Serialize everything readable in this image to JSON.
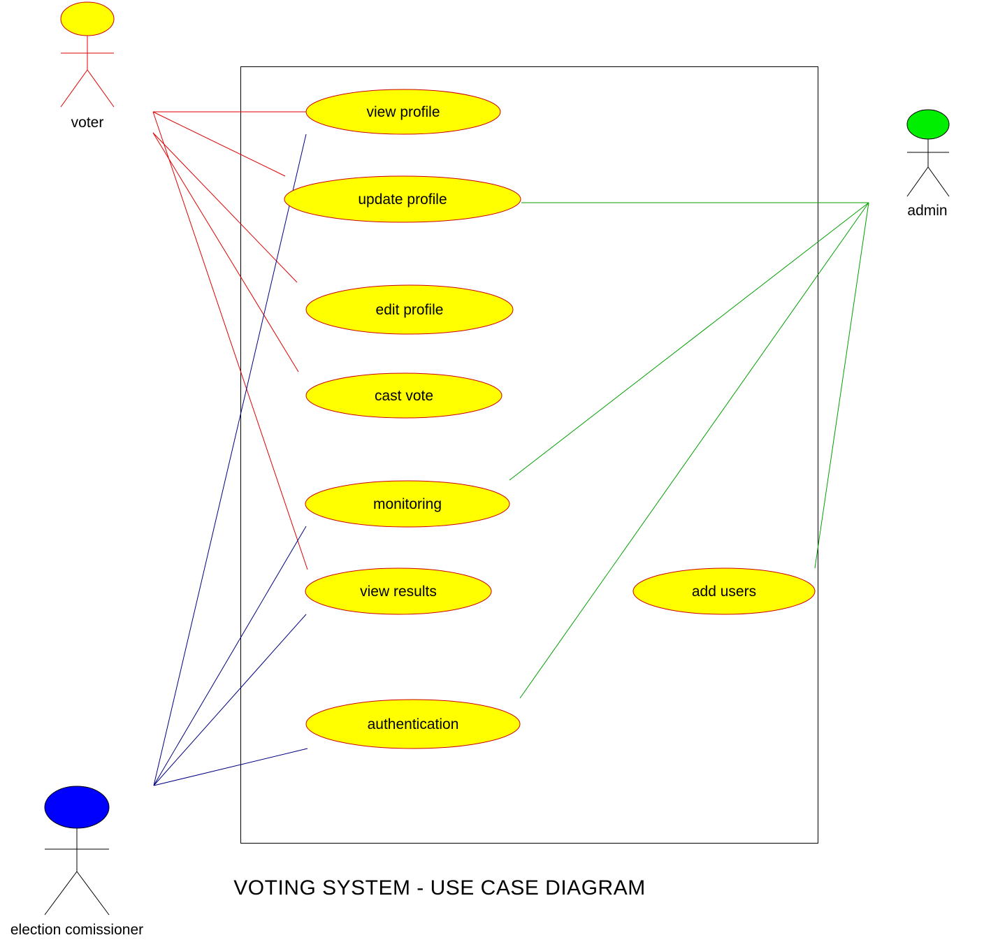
{
  "title": "VOTING SYSTEM - USE CASE DIAGRAM",
  "colors": {
    "use_case_fill": "#ffff00",
    "use_case_stroke": "#cc0000",
    "voter_head": "#ffff00",
    "voter_lines": "#e00000",
    "admin_head": "#00ee00",
    "admin_lines": "#00a000",
    "commissioner_head": "#0000ff",
    "commissioner_lines": "#000080",
    "boundary": "#000000"
  },
  "actors": {
    "voter": {
      "label": "voter"
    },
    "admin": {
      "label": "admin"
    },
    "commissioner": {
      "label": "election comissioner"
    }
  },
  "use_cases": {
    "view_profile": {
      "label": "view profile"
    },
    "update_profile": {
      "label": "update profile"
    },
    "edit_profile": {
      "label": "edit profile"
    },
    "cast_vote": {
      "label": "cast vote"
    },
    "monitoring": {
      "label": "monitoring"
    },
    "view_results": {
      "label": "view results"
    },
    "authentication": {
      "label": "authentication"
    },
    "add_users": {
      "label": "add users"
    }
  },
  "associations": [
    {
      "actor": "voter",
      "use_case": "view_profile"
    },
    {
      "actor": "voter",
      "use_case": "update_profile"
    },
    {
      "actor": "voter",
      "use_case": "edit_profile"
    },
    {
      "actor": "voter",
      "use_case": "cast_vote"
    },
    {
      "actor": "voter",
      "use_case": "view_results"
    },
    {
      "actor": "admin",
      "use_case": "update_profile"
    },
    {
      "actor": "admin",
      "use_case": "monitoring"
    },
    {
      "actor": "admin",
      "use_case": "authentication"
    },
    {
      "actor": "admin",
      "use_case": "add_users"
    },
    {
      "actor": "commissioner",
      "use_case": "view_profile"
    },
    {
      "actor": "commissioner",
      "use_case": "monitoring"
    },
    {
      "actor": "commissioner",
      "use_case": "view_results"
    },
    {
      "actor": "commissioner",
      "use_case": "authentication"
    }
  ]
}
